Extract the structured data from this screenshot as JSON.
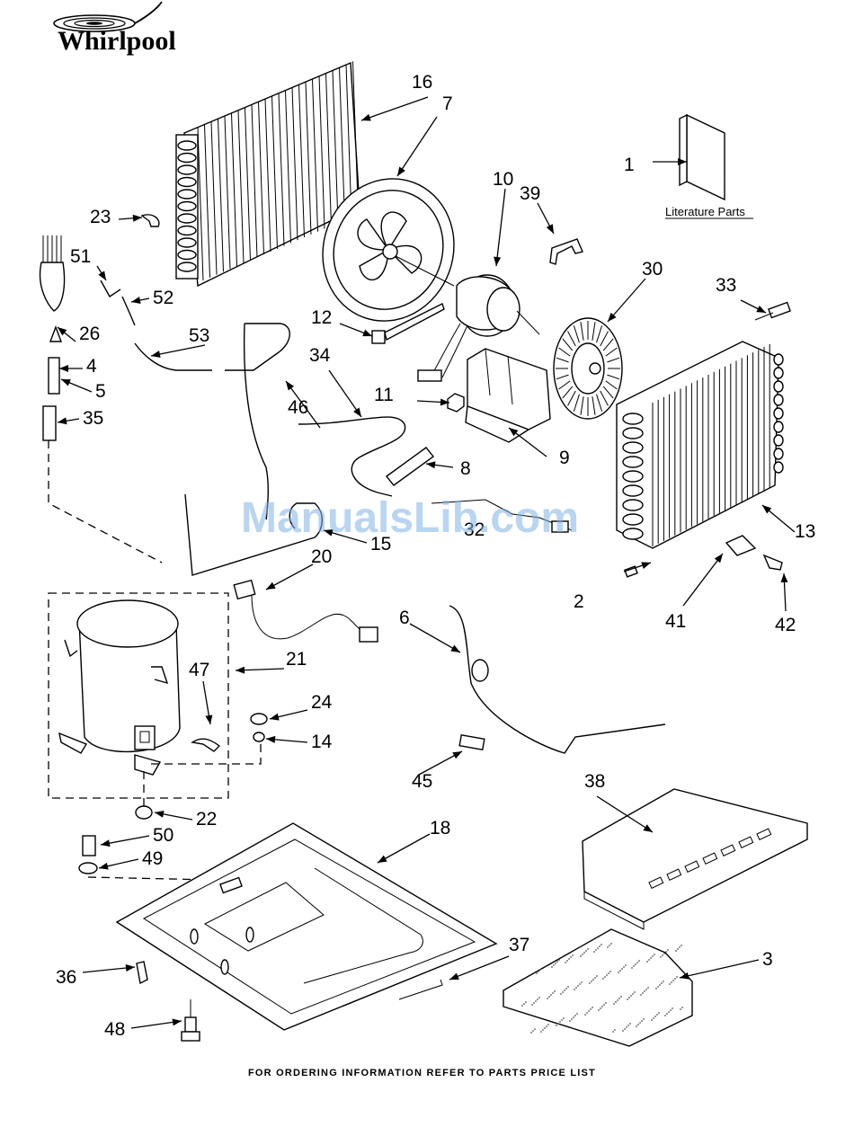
{
  "brand": {
    "name": "Whirlpool"
  },
  "literature_label": "Literature Parts",
  "watermark": "ManualsLib.com",
  "footer": "FOR ORDERING INFORMATION REFER TO PARTS PRICE LIST",
  "callouts": [
    "1",
    "2",
    "3",
    "4",
    "5",
    "6",
    "7",
    "8",
    "9",
    "10",
    "11",
    "12",
    "13",
    "14",
    "15",
    "16",
    "18",
    "20",
    "21",
    "22",
    "23",
    "24",
    "26",
    "30",
    "32",
    "33",
    "34",
    "35",
    "36",
    "37",
    "38",
    "39",
    "41",
    "42",
    "45",
    "46",
    "47",
    "48",
    "49",
    "50",
    "51",
    "52",
    "53"
  ],
  "colors": {
    "line": "#000000",
    "background": "#ffffff",
    "watermark": "#7fb3e6"
  }
}
